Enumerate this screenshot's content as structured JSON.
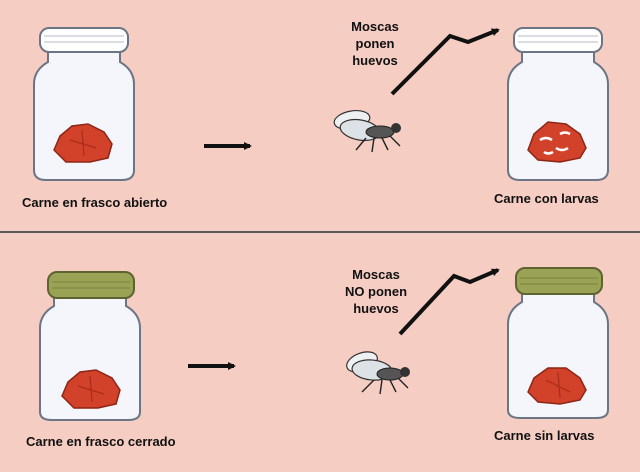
{
  "colors": {
    "background": "#f5cdc3",
    "divider": "#5a5a5a",
    "jar_fill": "#f4f6fb",
    "jar_outline": "#6c7584",
    "lid_open": "#ffffff",
    "lid_closed": "#9aa255",
    "meat": "#d2412a",
    "arrow": "#111111"
  },
  "top_panel": {
    "left_jar_label": "Carne en frasco abierto",
    "note_lines": [
      "Moscas",
      "ponen",
      "huevos"
    ],
    "right_jar_label": "Carne con larvas"
  },
  "bottom_panel": {
    "left_jar_label": "Carne en frasco cerrado",
    "note_lines": [
      "Moscas",
      "NO ponen",
      "huevos"
    ],
    "right_jar_label": "Carne sin larvas"
  },
  "icons": [
    "open-jar-icon",
    "closed-jar-icon",
    "meat-icon",
    "larvae-icon",
    "fly-icon",
    "arrow-icon"
  ]
}
